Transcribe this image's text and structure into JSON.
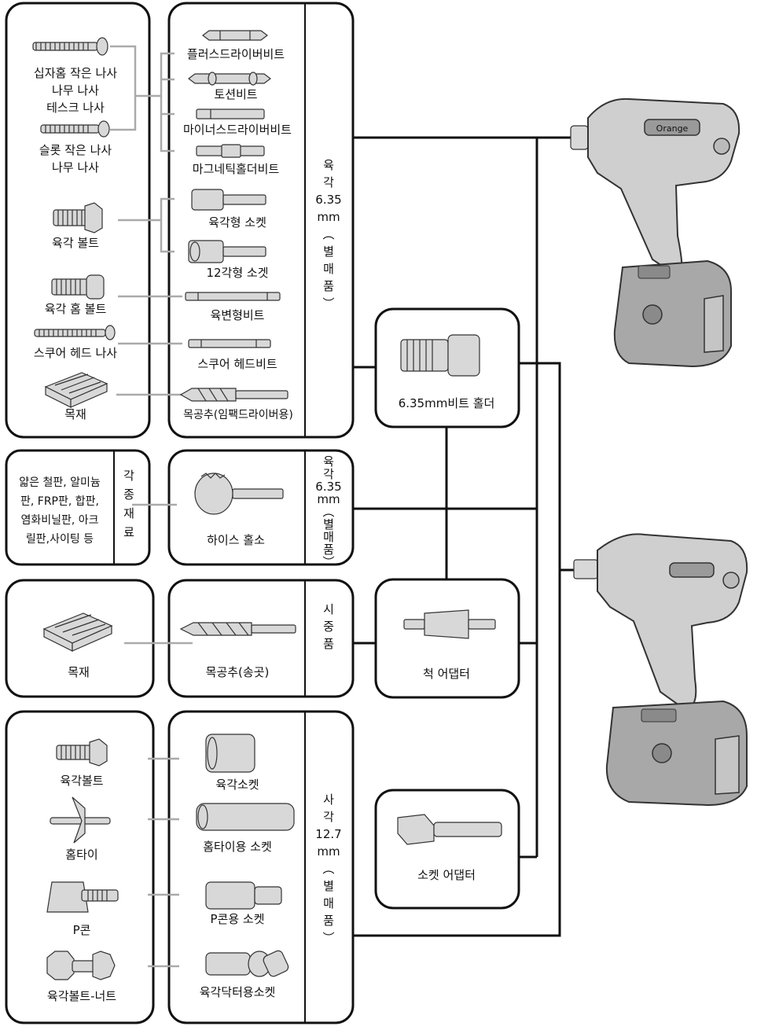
{
  "section1": {
    "fasteners": {
      "phillips_screws": [
        "십자홈 작은 나사",
        "나무 나사",
        "테스크 나사"
      ],
      "slotted_screws": [
        "슬롯 작은 나사",
        "나무 나사"
      ],
      "hex_bolt": "육각 볼트",
      "hex_socket_bolt": "육각 홈 볼트",
      "square_head_screw": "스쿠어 헤드 나사",
      "wood": "목재"
    },
    "bits": {
      "plus_driver_bit": "플러스드라이버비트",
      "torsion_bit": "토션비트",
      "minus_driver_bit": "마이너스드라이버비트",
      "magnetic_holder_bit": "마그네틱홀더비트",
      "hex_socket": "육각형 소켓",
      "twelve_point_socket": "12각형 소겟",
      "hex_shank_bit": "육변형비트",
      "square_head_bit": "스쿠어 헤드비트",
      "wood_auger": "목공추(임팩드라이버용)"
    },
    "spec_label": "육각6.35mm(별매품)"
  },
  "section2": {
    "materials": [
      "얇은 철판, 알미늄",
      "판, FRP판, 합판,",
      "염화비닐판, 아크",
      "릴판,사이팅 등"
    ],
    "materials_category": "각종재료",
    "tool": "하이스 홀소",
    "spec_label": "육각6.35mm(별매품)"
  },
  "section3": {
    "material": "목재",
    "tool": "목공추(송곳)",
    "spec_label": "시중품"
  },
  "section4": {
    "fasteners": [
      "육각볼트",
      "홈타이",
      "P콘",
      "육각볼트-너트"
    ],
    "sockets": [
      "육각소켓",
      "홈타이용 소켓",
      "P콘용 소켓",
      "육각닥터용소켓"
    ],
    "spec_label": "사각12.7mm(별매품)"
  },
  "adapters": {
    "bit_holder": "6.35mm비트 홀더",
    "chuck_adapter": "척 어댑터",
    "socket_adapter": "소켓 어댑터"
  },
  "drill_badge": "Orange"
}
